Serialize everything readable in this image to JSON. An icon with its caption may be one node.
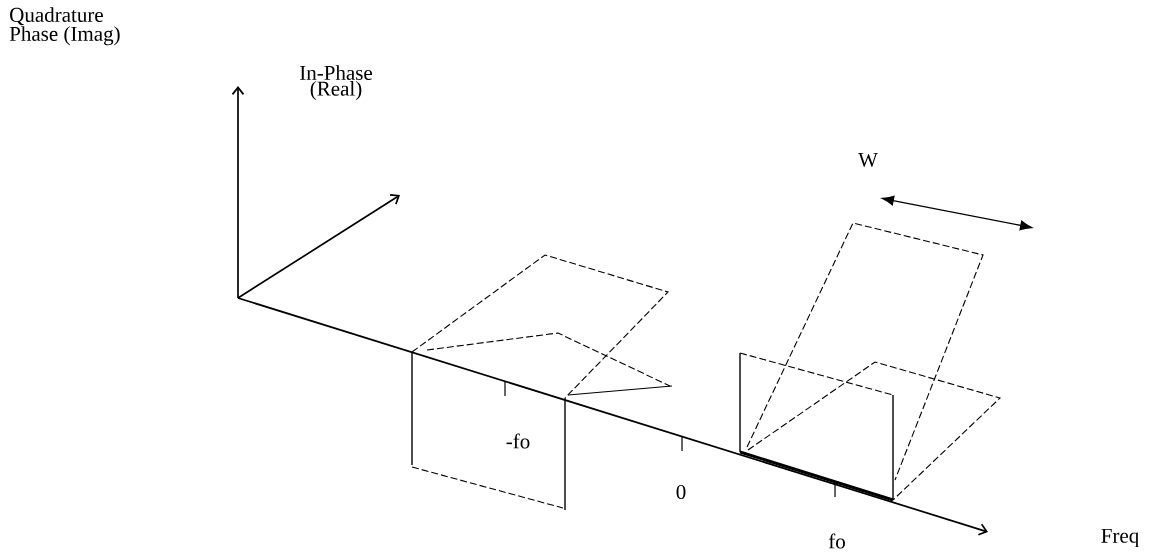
{
  "diagram": {
    "labels": [
      "Quadrature Phase (Imag)",
      "In-Phase (Real)",
      "W",
      "-fo",
      "0",
      "fo",
      "Freq"
    ]
  }
}
